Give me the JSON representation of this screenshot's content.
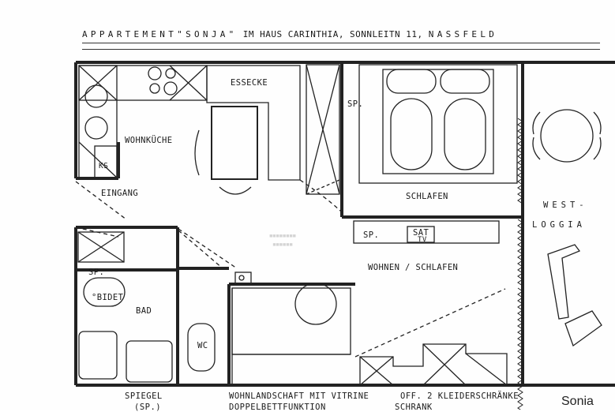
{
  "header": {
    "title_spaced": "APPARTEMENT\"SONJA\"",
    "title_rest": " IM HAUS CARINTHIA, SONNLEITN 11, ",
    "title_town": "NASSFELD"
  },
  "rooms": {
    "essecke": "ESSECKE",
    "wohnkueche": "WOHNKÜCHE",
    "ks": "KS",
    "eingang": "EINGANG",
    "sp_bedroom": "SP.",
    "schlafen": "SCHLAFEN",
    "west": "WEST-",
    "loggia": "LOGGIA",
    "sp_living": "SP.",
    "sat": "SAT",
    "tv": "TV",
    "wohnen_schlafen": "WOHNEN / SCHLAFEN",
    "sp_bad": "SP.",
    "bidet": "BIDET",
    "bad": "BAD",
    "wc": "WC"
  },
  "captions": {
    "spiegel": "SPIEGEL",
    "spiegel_sp": "(SP.)",
    "wohnlandschaft": "WOHNLANDSCHAFT MIT VITRINE",
    "doppelbett": "DOPPELBETTFUNKTION",
    "kleiderschraenke": "OFF. 2 KLEIDERSCHRÄNKE",
    "schrank": "SCHRANK"
  },
  "brand": "Sonia"
}
